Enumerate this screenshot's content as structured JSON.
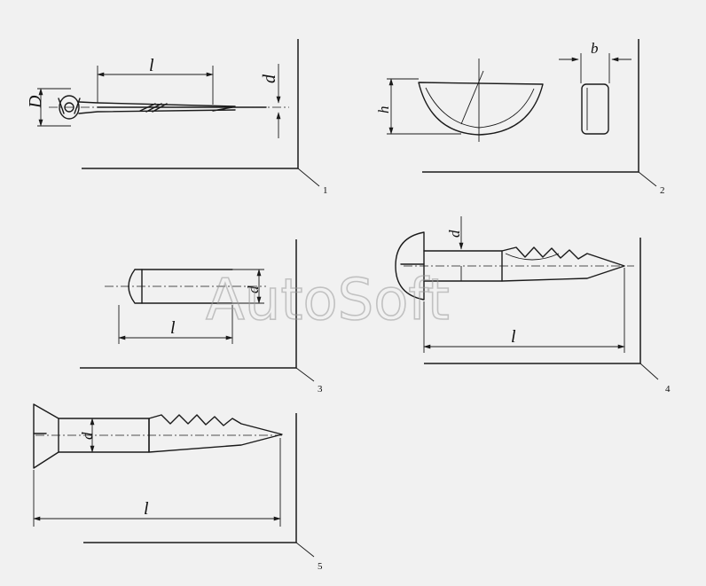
{
  "watermark": "AutoSoft",
  "figures": [
    {
      "number": "1",
      "labels": {
        "diameter_outer": "D",
        "length": "l",
        "diameter": "d"
      }
    },
    {
      "number": "2",
      "labels": {
        "height": "h",
        "width": "b"
      }
    },
    {
      "number": "3",
      "labels": {
        "length": "l",
        "diameter": "d"
      }
    },
    {
      "number": "4",
      "labels": {
        "diameter": "d",
        "length": "l"
      }
    },
    {
      "number": "5",
      "labels": {
        "diameter": "d",
        "length": "l"
      }
    }
  ]
}
